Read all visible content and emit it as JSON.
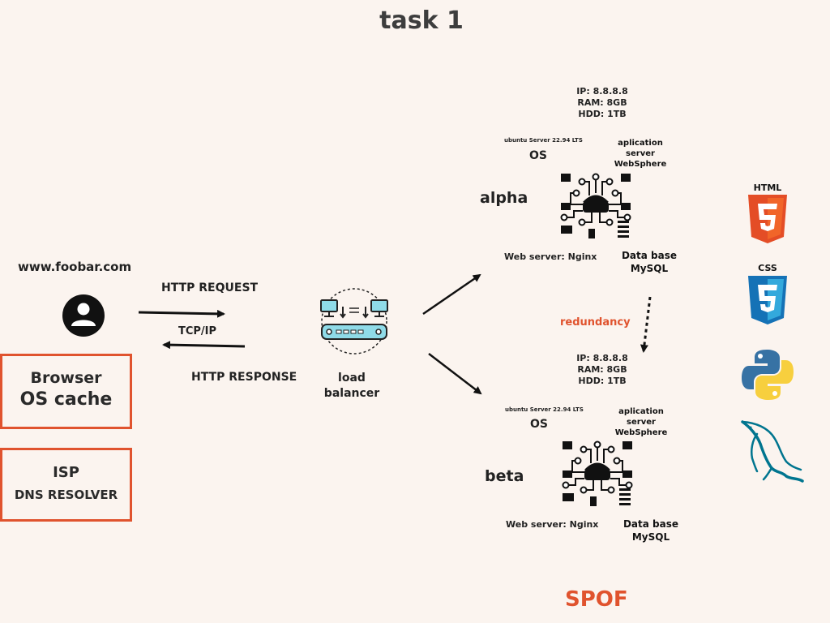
{
  "title": "task 1",
  "client": {
    "domain": "www.foobar.com",
    "http_request": "HTTP REQUEST",
    "tcp_ip": "TCP/IP",
    "http_response": "HTTP RESPONSE"
  },
  "boxes": {
    "browser": {
      "line1": "Browser",
      "line2": "OS cache"
    },
    "isp": {
      "line1": "ISP",
      "line2": "DNS RESOLVER"
    }
  },
  "load_balancer": {
    "line1": "load",
    "line2": "balancer"
  },
  "servers": [
    {
      "name": "alpha",
      "specs": [
        "IP: 8.8.8.8",
        "RAM: 8GB",
        "HDD: 1TB"
      ],
      "os_version": "ubuntu Server 22.94 LTS",
      "os": "OS",
      "app_server": [
        "aplication",
        "server",
        "WebSphere"
      ],
      "web_server": "Web server: Nginx",
      "database": [
        "Data base",
        "MySQL"
      ]
    },
    {
      "name": "beta",
      "specs": [
        "IP: 8.8.8.8",
        "RAM: 8GB",
        "HDD: 1TB"
      ],
      "os_version": "ubuntu Server 22.94 LTS",
      "os": "OS",
      "app_server": [
        "aplication",
        "server",
        "WebSphere"
      ],
      "web_server": "Web server: Nginx",
      "database": [
        "Data base",
        "MySQL"
      ]
    }
  ],
  "redundancy": "redundancy",
  "spof": "SPOF",
  "tech_icons": {
    "html": "HTML",
    "css": "CSS"
  },
  "colors": {
    "background": "#fbf4ef",
    "accent": "#e0532e",
    "html5": "#e44d26",
    "css3": "#2965f1",
    "python_blue": "#3772a4",
    "python_yellow": "#f7cf3e",
    "mysql": "#00758f",
    "lb_teal": "#8fdbe8"
  }
}
